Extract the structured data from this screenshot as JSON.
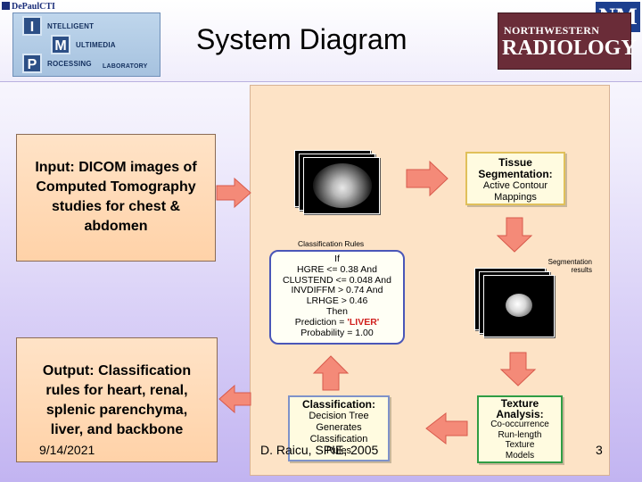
{
  "header": {
    "university": "DePaulCTI",
    "lab_logo": {
      "letters": [
        "I",
        "M",
        "P"
      ],
      "words": [
        "NTELLIGENT",
        "ULTIMEDIA",
        "ROCESSING",
        "LABORATORY"
      ]
    },
    "title": "System Diagram",
    "partner_badge": "NM",
    "partner_logo": {
      "top": "NORTHWESTERN",
      "bottom": "RADIOLOGY"
    }
  },
  "input": {
    "lines": [
      "Input: DICOM images of",
      "Computed Tomography",
      "studies for chest &",
      "abdomen"
    ]
  },
  "output": {
    "lines": [
      "Output: Classification",
      "rules for heart, renal,",
      "splenic parenchyma,",
      "liver, and backbone"
    ]
  },
  "diagram": {
    "segmentation": {
      "title": "Tissue Segmentation:",
      "lines": [
        "Active Contour",
        "Mappings"
      ]
    },
    "segmentation_results_label": [
      "Segmentation",
      "results"
    ],
    "rules_caption": "Classification Rules",
    "rules": {
      "if": "If",
      "conditions": [
        "HGRE <= 0.38 And",
        "CLUSTEND <= 0.048 And",
        "INVDIFFM > 0.74 And",
        "LRHGE > 0.46"
      ],
      "then": "Then",
      "prediction_prefix": "Prediction = ",
      "prediction_value": "'LIVER'",
      "probability": "Probability = 1.00"
    },
    "texture": {
      "title": "Texture Analysis:",
      "lines": [
        "Co-occurrence",
        "Run-length",
        "Texture",
        "Models"
      ]
    },
    "classification": {
      "title": "Classification:",
      "lines": [
        "Decision Tree",
        "Generates",
        "Classification",
        "Rules"
      ]
    }
  },
  "footer": {
    "date": "9/14/2021",
    "author": "D. Raicu, SPIE, 2005",
    "page": "3"
  },
  "colors": {
    "arrow_fill": "#f48a78",
    "arrow_stroke": "#d85a4c",
    "rules_border": "#4a56b8",
    "liver_text": "#d0201e"
  }
}
